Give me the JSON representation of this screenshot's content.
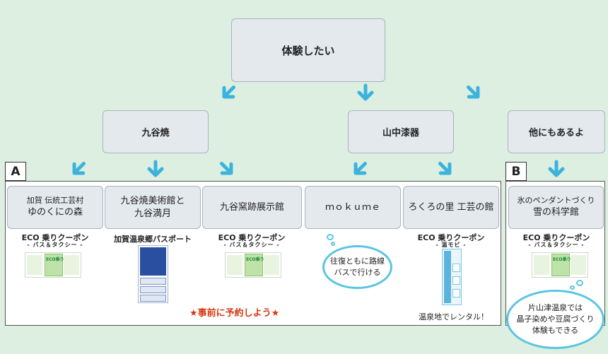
{
  "root": {
    "label": "体験したい"
  },
  "categories": [
    {
      "label": "九谷焼"
    },
    {
      "label": "山中漆器"
    },
    {
      "label": "他にもあるよ"
    }
  ],
  "groups": {
    "a_label": "A",
    "b_label": "B"
  },
  "venues": [
    {
      "line1": "加賀 伝統工芸村",
      "line2": "ゆのくにの森"
    },
    {
      "line1": "九谷焼美術館と",
      "line2": "九谷満月"
    },
    {
      "line1": "九谷窯跡展示館"
    },
    {
      "line1": "ｍｏｋｕｍｅ"
    },
    {
      "line1": "ろくろの里 工芸の館"
    },
    {
      "line1": "氷のペンダントづくり",
      "line2": "雪の科学館"
    }
  ],
  "coupons": {
    "eco_title": "ECO 乗りクーポン",
    "eco_sub_bus_taxi": "- バス＆タクシー -",
    "eco_sub_onmobi": "- 温モビ -",
    "eco_ticket_text": "ECO乗り",
    "passport_title": "加賀温泉郷パスポート"
  },
  "notes": {
    "bubble_mokume": "往復ともに路線\nバスで行ける",
    "rental": "温泉地でレンタル！",
    "reserve": "★事前に予約しよう★",
    "bubble_b": "片山津温泉では\n晶子染めや豆腐づくり\n体験もできる"
  },
  "colors": {
    "arrow": "#3bb3dd",
    "bubble": "#5bc4e2",
    "reserve": "#d43a12",
    "background": "#dcefe0"
  }
}
